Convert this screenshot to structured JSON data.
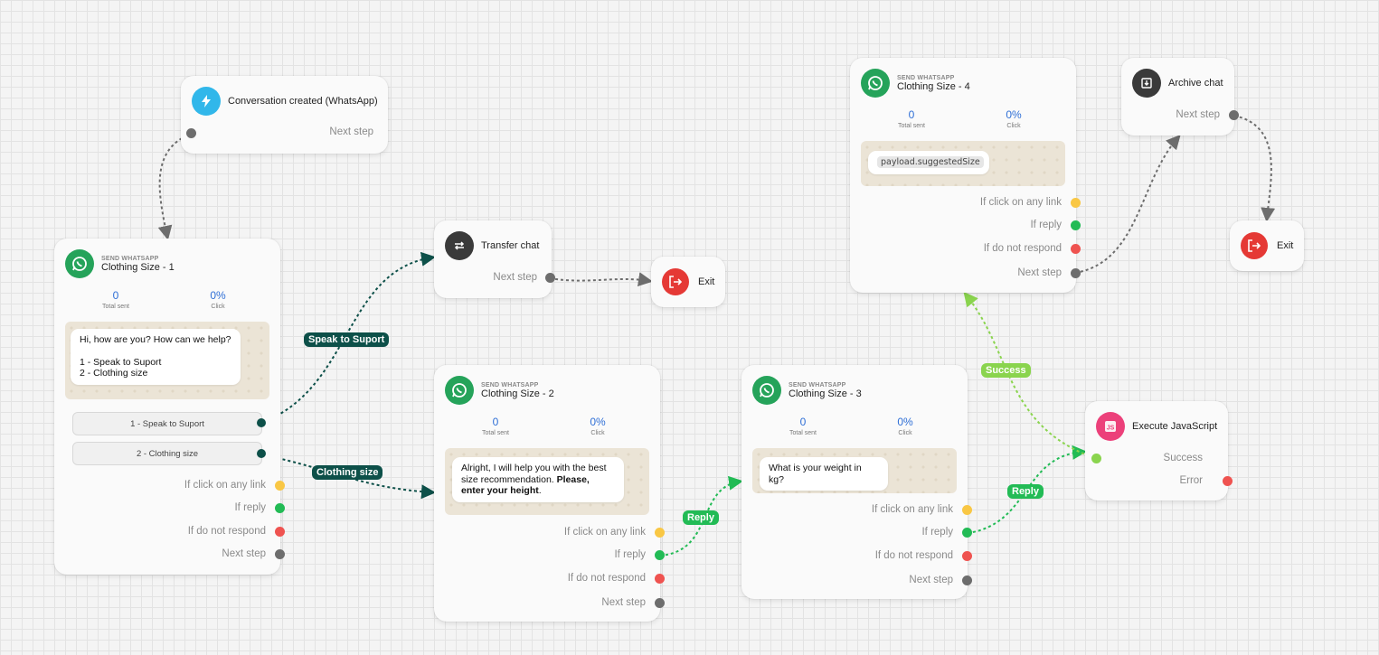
{
  "trigger": {
    "title": "Conversation created (WhatsApp)",
    "next": "Next step"
  },
  "transfer": {
    "title": "Transfer chat",
    "next": "Next step"
  },
  "exit1": {
    "label": "Exit"
  },
  "exit2": {
    "label": "Exit"
  },
  "archive": {
    "title": "Archive chat",
    "next": "Next step"
  },
  "js": {
    "title": "Execute JavaScript",
    "success": "Success",
    "error": "Error"
  },
  "node1": {
    "kind": "SEND WHATSAPP",
    "title": "Clothing Size - 1",
    "sent": "0",
    "sent_label": "Total sent",
    "click": "0%",
    "click_label": "Click",
    "msg_line1": "Hi, how are you? How can we help?",
    "msg_line2": "1 - Speak to Suport",
    "msg_line3": "2 - Clothing size",
    "option1": "1 - Speak to Suport",
    "option2": "2 - Clothing size",
    "out_link": "If click on any link",
    "out_reply": "If reply",
    "out_noresp": "If do not respond",
    "out_next": "Next step"
  },
  "node2": {
    "kind": "SEND WHATSAPP",
    "title": "Clothing Size - 2",
    "sent": "0",
    "sent_label": "Total sent",
    "click": "0%",
    "click_label": "Click",
    "msg_normal1": "Alright, I will help you with the best size recommendation. ",
    "msg_bold1": "Please,",
    "msg_bold2": "enter your height",
    "msg_end": ".",
    "out_link": "If click on any link",
    "out_reply": "If reply",
    "out_noresp": "If do not respond",
    "out_next": "Next step"
  },
  "node3": {
    "kind": "SEND WHATSAPP",
    "title": "Clothing Size - 3",
    "sent": "0",
    "sent_label": "Total sent",
    "click": "0%",
    "click_label": "Click",
    "msg": "What is your weight in kg?",
    "out_link": "If click on any link",
    "out_reply": "If reply",
    "out_noresp": "If do not respond",
    "out_next": "Next step"
  },
  "node4": {
    "kind": "SEND WHATSAPP",
    "title": "Clothing Size - 4",
    "sent": "0",
    "sent_label": "Total sent",
    "click": "0%",
    "click_label": "Click",
    "msg": "payload.suggestedSize",
    "out_link": "If click on any link",
    "out_reply": "If reply",
    "out_noresp": "If do not respond",
    "out_next": "Next step"
  },
  "edge_labels": {
    "speak": "Speak to Suport",
    "clothing": "Clothing size",
    "reply1": "Reply",
    "reply2": "Reply",
    "success": "Success"
  },
  "colors": {
    "teal": "#0d5049",
    "green": "#22bb55",
    "light_green": "#8ad44e",
    "grey": "#6d6d6d",
    "whatsapp": "#25a35a",
    "exit": "#e53935"
  }
}
